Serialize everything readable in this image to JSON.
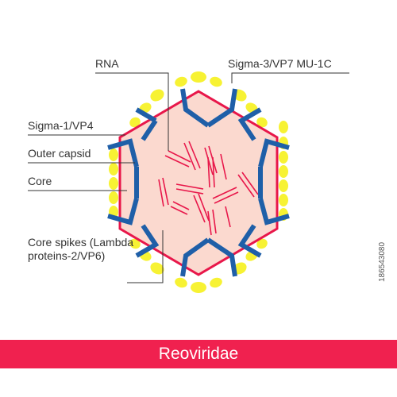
{
  "labels": {
    "rna": "RNA",
    "sigma3": "Sigma-3/VP7 MU-1C",
    "sigma1": "Sigma-1/VP4",
    "outer_capsid": "Outer capsid",
    "core": "Core",
    "core_spikes": "Core spikes (Lambda proteins-2/VP6)"
  },
  "banner_title": "Reoviridae",
  "side_code": "186543080",
  "colors": {
    "core_fill": "#fbd9cf",
    "core_outline": "#e8174a",
    "outer_capsid_blue": "#1f5fa8",
    "sigma_yellow": "#f7f233",
    "rna_red": "#e8174a",
    "banner": "#f0214f",
    "label_text": "#333333"
  }
}
